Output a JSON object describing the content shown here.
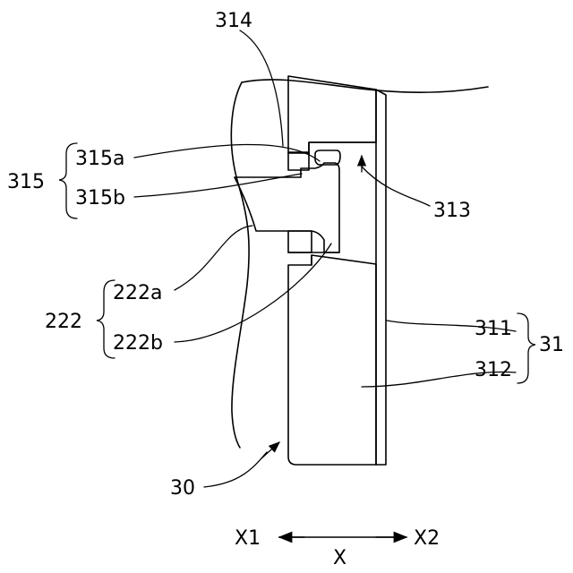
{
  "labels": {
    "ref_314": "314",
    "ref_315": "315",
    "ref_315a": "315a",
    "ref_315b": "315b",
    "ref_313": "313",
    "ref_222": "222",
    "ref_222a": "222a",
    "ref_222b": "222b",
    "ref_311": "311",
    "ref_31": "31",
    "ref_312": "312",
    "ref_30": "30"
  },
  "axis": {
    "left": "X1",
    "right": "X2",
    "name": "X"
  }
}
